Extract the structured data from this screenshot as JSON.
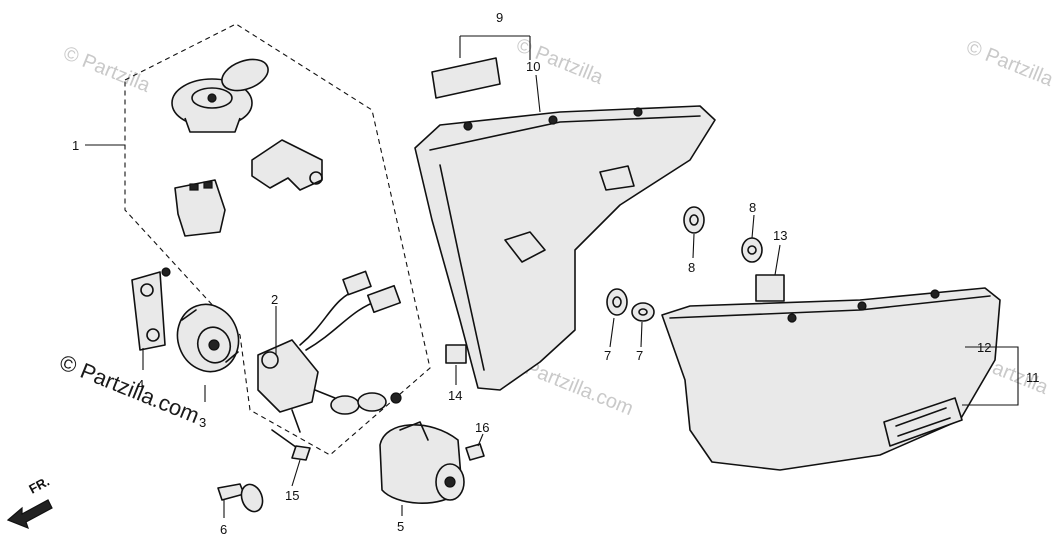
{
  "watermarks": {
    "brand": "© Partzilla.com",
    "brand_short": "© Partzilla"
  },
  "callouts": {
    "c1": "1",
    "c2": "2",
    "c3": "3",
    "c4": "4",
    "c5": "5",
    "c6": "6",
    "c7a": "7",
    "c7b": "7",
    "c8a": "8",
    "c8b": "8",
    "c9": "9",
    "c10": "10",
    "c11": "11",
    "c12": "12",
    "c13": "13",
    "c14": "14",
    "c15": "15",
    "c16": "16"
  },
  "direction": {
    "label": "FR."
  },
  "colors": {
    "ink": "#111111",
    "watermark": "#c9c9c9"
  }
}
